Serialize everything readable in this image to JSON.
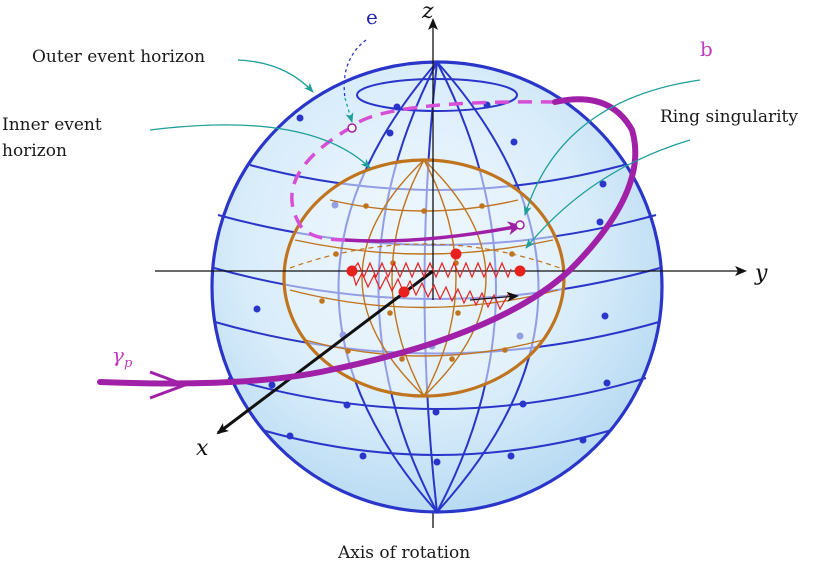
{
  "labels": {
    "outer_horizon": "Outer event horizon",
    "inner_horizon_line1": "Inner event",
    "inner_horizon_line2": "horizon",
    "ring_singularity": "Ring singularity",
    "axis_of_rotation": "Axis of rotation",
    "e": "e",
    "b": "b",
    "gamma": "γ",
    "gamma_sub": "p",
    "x": "x",
    "y": "y",
    "z": "z"
  },
  "colors": {
    "outer_sphere_line": "#2a35c9",
    "outer_sphere_fill": "#d6ecfa",
    "inner_sphere": "#c0741e",
    "ring": "#e8201e",
    "trajectory": "#a020a8",
    "pointer": "#1f9e9a",
    "axes": "#111111"
  }
}
